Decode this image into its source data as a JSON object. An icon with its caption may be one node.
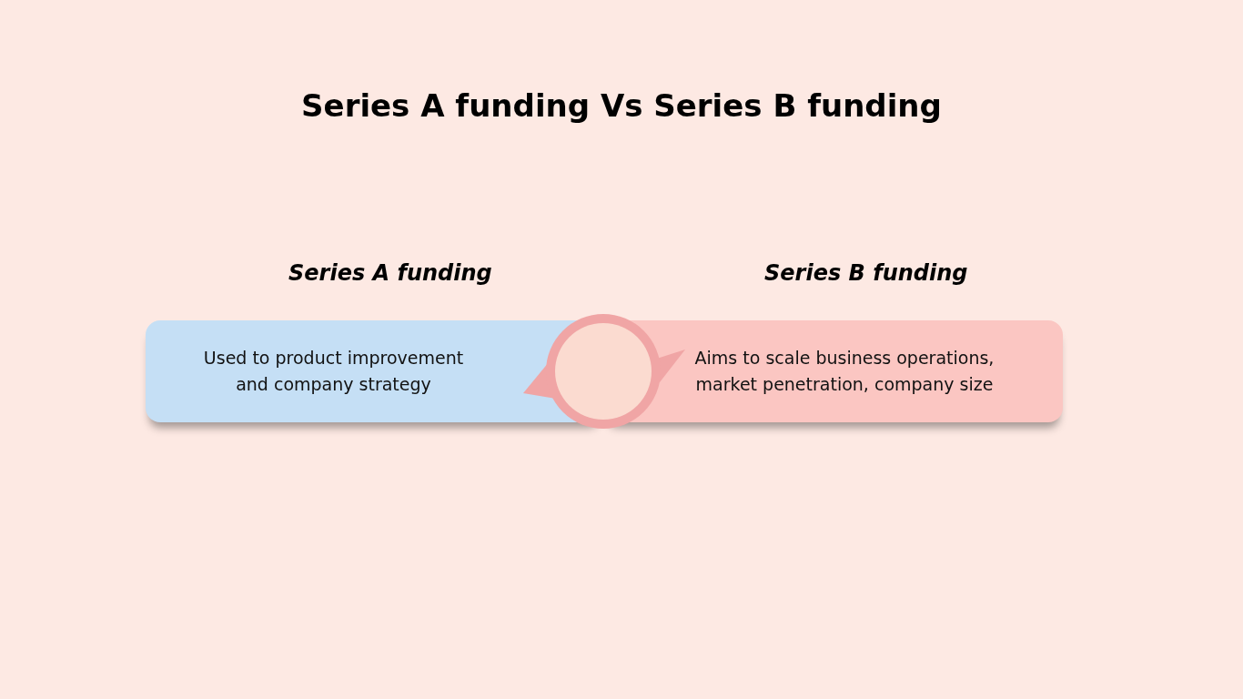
{
  "diagram": {
    "title": "Series A funding Vs Series B funding",
    "nodes": [
      {
        "text": [
          "Series A funding",
          "Used to product improvement and company strategy"
        ]
      },
      {
        "text": [],
        "shape": "circle"
      },
      {
        "text": [
          "Series B funding",
          "Aims to scale business operations, market penetration, company size"
        ]
      }
    ]
  }
}
